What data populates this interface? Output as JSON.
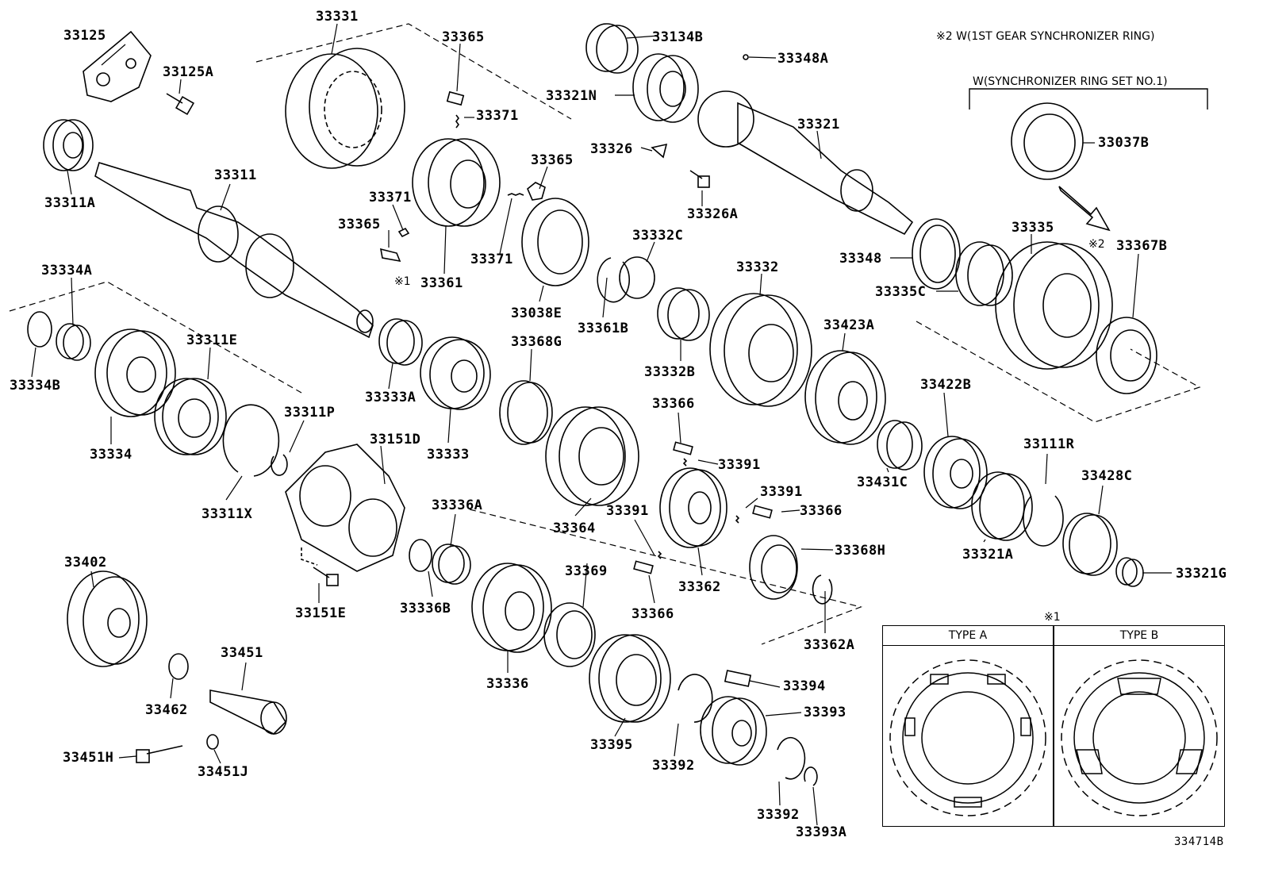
{
  "diagram": {
    "drawing_number": "334714B",
    "notes": {
      "note2": "※2 W(1ST GEAR SYNCHRONIZER RING)",
      "set_note": "W(SYNCHRONIZER RING SET NO.1)",
      "mark2": "※2",
      "mark1_table": "※1",
      "mark1_label": "※1"
    },
    "type_table": {
      "col_a": "TYPE A",
      "col_b": "TYPE B"
    },
    "parts": {
      "p33125": "33125",
      "p33125A": "33125A",
      "p33331": "33331",
      "p33365a": "33365",
      "p33371a": "33371",
      "p33134B": "33134B",
      "p33348A": "33348A",
      "p33321N": "33321N",
      "p33321": "33321",
      "p33311A": "33311A",
      "p33311": "33311",
      "p33365b": "33365",
      "p33371b": "33371",
      "p33365c": "33365",
      "p33371c": "33371",
      "p33361": "33361",
      "p33326": "33326",
      "p33326A": "33326A",
      "p33037B": "33037B",
      "p33332C": "33332C",
      "p33348": "33348",
      "p33335": "33335",
      "p33367B": "33367B",
      "p33334A": "33334A",
      "p33038E": "33038E",
      "p33361B": "33361B",
      "p33332": "33332",
      "p33335C": "33335C",
      "p33311E": "33311E",
      "p33334B": "33334B",
      "p33368G": "33368G",
      "p33423A": "33423A",
      "p33332B": "33332B",
      "p33333A": "33333A",
      "p33311P": "33311P",
      "p33366a": "33366",
      "p33422B": "33422B",
      "p33151D": "33151D",
      "p33334": "33334",
      "p33333": "33333",
      "p33391a": "33391",
      "p33111R": "33111R",
      "p33431C": "33431C",
      "p33428C": "33428C",
      "p33391b": "33391",
      "p33366b": "33366",
      "p33336A": "33336A",
      "p33311X": "33311X",
      "p33391c": "33391",
      "p33364": "33364",
      "p33321A": "33321A",
      "p33368H": "33368H",
      "p33402": "33402",
      "p33369": "33369",
      "p33362": "33362",
      "p33321G": "33321G",
      "p33151E": "33151E",
      "p33336B": "33336B",
      "p33366c": "33366",
      "p33362A": "33362A",
      "p33451": "33451",
      "p33336": "33336",
      "p33394": "33394",
      "p33393": "33393",
      "p33462": "33462",
      "p33395": "33395",
      "p33451H": "33451H",
      "p33451J": "33451J",
      "p33392a": "33392",
      "p33392b": "33392",
      "p33393A": "33393A"
    }
  }
}
